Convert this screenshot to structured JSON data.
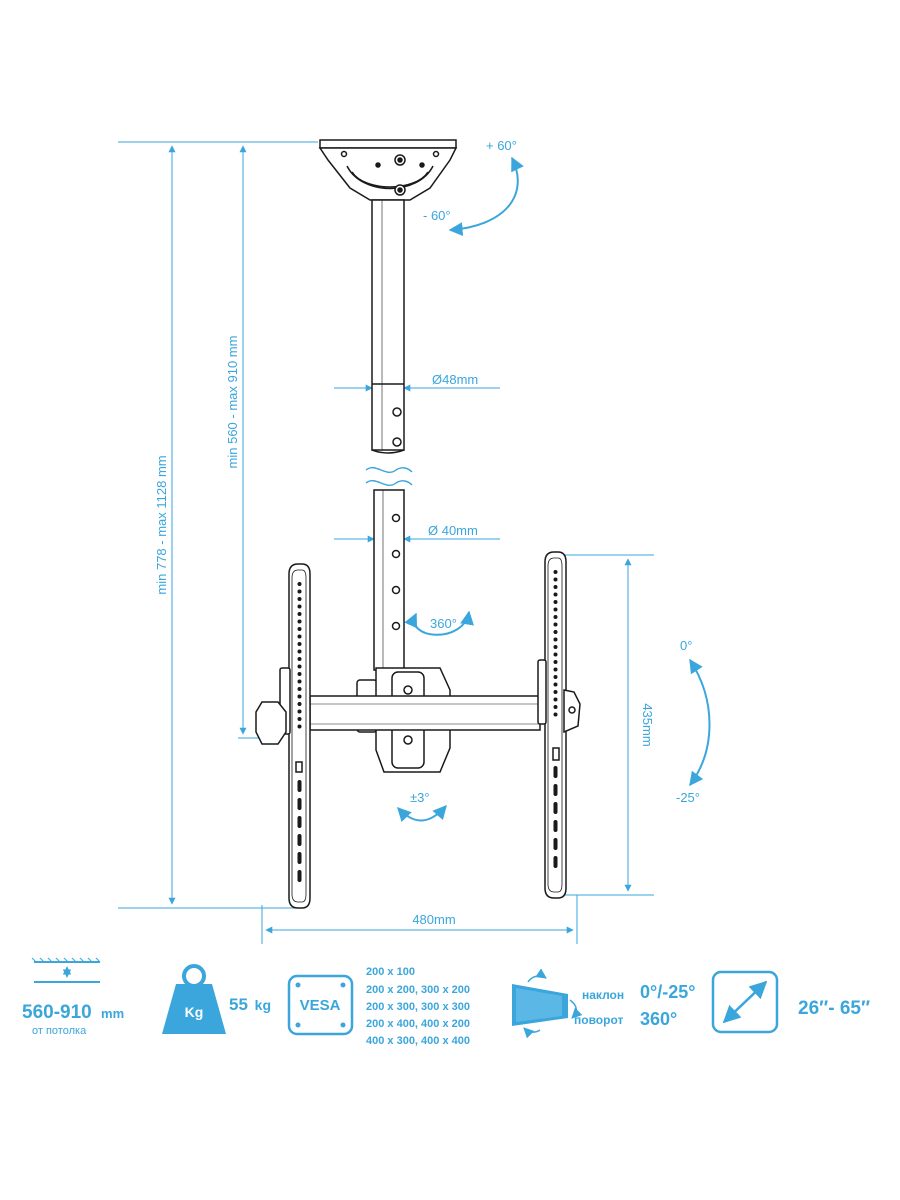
{
  "colors": {
    "accent": "#3aa6dc",
    "line": "#1a1a1a",
    "fill": "#e6e6e6"
  },
  "dimensions": {
    "total_height": "min 778 -  max 1128 mm",
    "pole_height": "min 560 - max 910 mm",
    "tilt_top_plus": "+ 60°",
    "tilt_top_minus": "- 60°",
    "pole_upper_diameter": "Ø48mm",
    "pole_lower_diameter": "Ø 40mm",
    "rotation": "360°",
    "bracket_height": "435mm",
    "tilt_zero": "0°",
    "tilt_minus": "-25°",
    "swivel": "±3°",
    "bracket_width": "480mm"
  },
  "specs": {
    "ceiling_distance": {
      "icon": "ceiling-distance-icon",
      "value": "560-910",
      "unit": "mm",
      "caption": "от потолка"
    },
    "weight": {
      "icon": "weight-icon",
      "icon_label": "Kg",
      "value": "55",
      "unit": "kg"
    },
    "vesa": {
      "icon": "vesa-icon",
      "icon_label": "VESA",
      "sizes": [
        "200 x 100",
        "200 x 200, 300 x 200",
        "200 x 300, 300 x 300",
        "200 x 400, 400 x 200",
        "400 x 300, 400 x 400"
      ]
    },
    "adjust": {
      "icon": "screen-rotate-icon",
      "tilt_label": "наклон",
      "tilt_value": "0°/-25°",
      "rotate_label": "поворот",
      "rotate_value": "360°"
    },
    "screen_size": {
      "icon": "diagonal-icon",
      "value": "26″- 65″"
    }
  }
}
